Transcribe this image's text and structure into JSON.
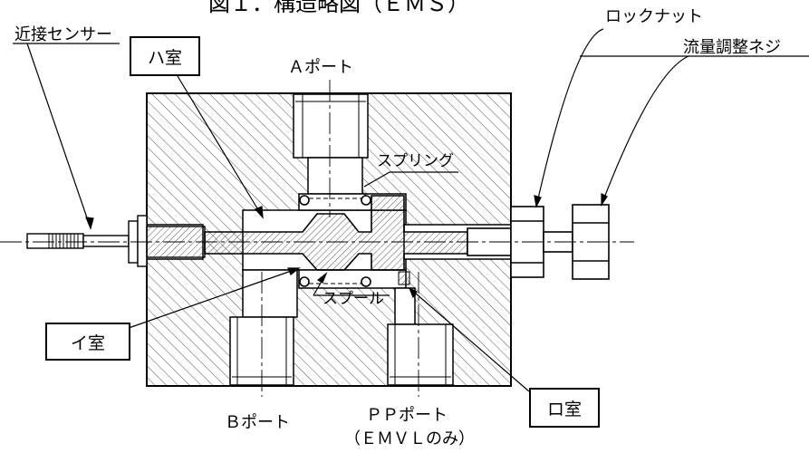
{
  "title": "図１．構造略図（ＥＭＳ）",
  "labels": {
    "proximity_sensor": "近接センサー",
    "chamber_ha": "ハ室",
    "port_a": "Ａポート",
    "lock_nut": "ロックナット",
    "flow_adjust_screw": "流量調整ネジ",
    "spring": "スプリング",
    "spool": "スプール",
    "chamber_i": "イ室",
    "chamber_ro": "ロ室",
    "port_b": "Ｂポート",
    "port_pp": "ＰＰポート",
    "port_pp_note": "（ＥＭＶＬのみ）"
  },
  "colors": {
    "line": "#000000",
    "hatch": "#555555",
    "background": "#ffffff"
  }
}
